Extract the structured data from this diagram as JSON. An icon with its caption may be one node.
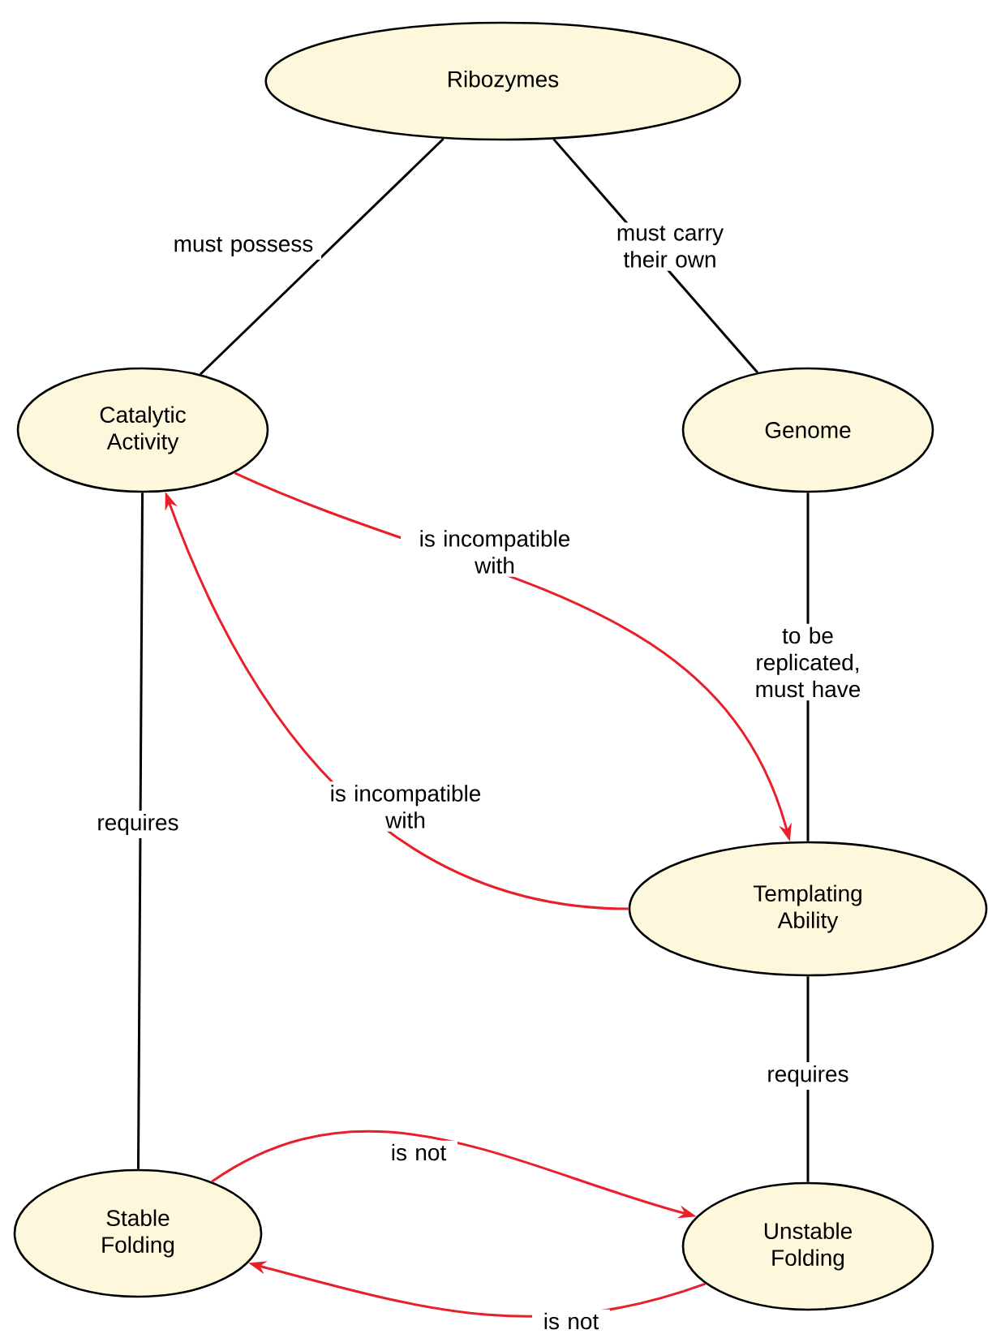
{
  "diagram": {
    "nodes": [
      {
        "text": [
          "Ribozymes"
        ]
      },
      {
        "text": [
          "Catalytic Activity"
        ]
      },
      {
        "text": [
          "Genome"
        ]
      },
      {
        "text": [
          "Templating Ability"
        ]
      },
      {
        "text": [
          "Stable Folding"
        ]
      },
      {
        "text": [
          "Unstable Folding"
        ]
      }
    ],
    "edges": [
      {
        "from": 0,
        "to": 1,
        "arrow": "none",
        "label": "must possess"
      },
      {
        "from": 0,
        "to": 2,
        "arrow": "none",
        "label": "must carry their own"
      },
      {
        "from": 1,
        "to": 4,
        "arrow": "none",
        "label": "requires"
      },
      {
        "from": 2,
        "to": 3,
        "arrow": "none",
        "label": "to be replicated, must have"
      },
      {
        "from": 1,
        "to": 3,
        "arrow": "to",
        "label": "is incompatible with",
        "color": "#e8202a"
      },
      {
        "from": 3,
        "to": 1,
        "arrow": "to",
        "label": "is incompatible with",
        "color": "#e8202a"
      },
      {
        "from": 3,
        "to": 5,
        "arrow": "none",
        "label": "requires"
      },
      {
        "from": 4,
        "to": 5,
        "arrow": "to",
        "label": "is not",
        "color": "#e8202a"
      },
      {
        "from": 5,
        "to": 4,
        "arrow": "to",
        "label": "is not",
        "color": "#e8202a"
      }
    ]
  }
}
